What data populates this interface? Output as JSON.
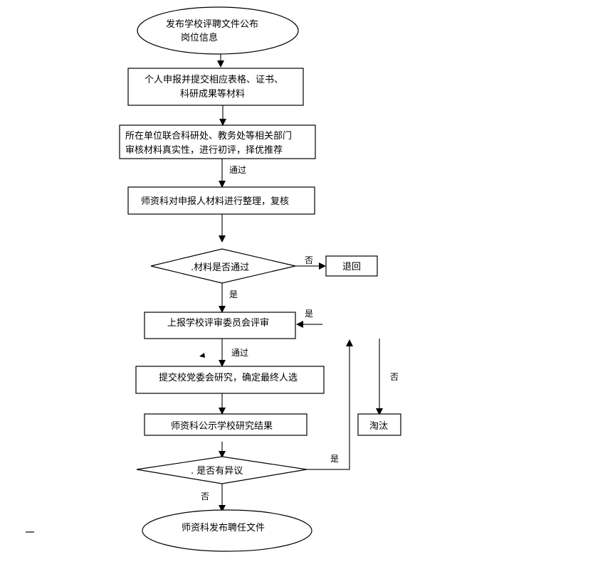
{
  "diagram": {
    "type": "flowchart",
    "nodes": {
      "start": {
        "shape": "ellipse",
        "lines": [
          "发布学校评聘文件公布",
          "岗位信息"
        ]
      },
      "apply": {
        "shape": "rect",
        "lines": [
          "个人申报并提交相应表格、证书、",
          "科研成果等材料"
        ]
      },
      "dept_review": {
        "shape": "rect",
        "lines": [
          "所在单位联合科研处、教务处等相关部门",
          "审核材料真实性，进行初评，择优推荐"
        ]
      },
      "recheck": {
        "shape": "rect",
        "lines": [
          "师资科对申报人材料进行整理，复核"
        ]
      },
      "materials_pass": {
        "shape": "diamond",
        "lines": [
          ".材料是否通过"
        ]
      },
      "return": {
        "shape": "rect",
        "lines": [
          "退回"
        ]
      },
      "committee": {
        "shape": "rect",
        "lines": [
          "上报学校评审委员会评审"
        ]
      },
      "party_committee": {
        "shape": "rect",
        "lines": [
          "提交校党委会研究，确定最终人选"
        ]
      },
      "publicize": {
        "shape": "rect",
        "lines": [
          "师资科公示学校研究结果"
        ]
      },
      "objection": {
        "shape": "diamond",
        "lines": [
          ". 是否有异议"
        ]
      },
      "eliminate": {
        "shape": "rect",
        "lines": [
          "淘汰"
        ]
      },
      "end": {
        "shape": "ellipse",
        "lines": [
          "师资科发布聘任文件"
        ]
      }
    },
    "edge_labels": {
      "dept_to_recheck": "通过",
      "materials_no": "否",
      "materials_yes": "是",
      "to_committee_yes": "是",
      "committee_pass": "通过",
      "objection_yes": "是",
      "objection_no": "否",
      "eliminate_no": "否"
    }
  }
}
